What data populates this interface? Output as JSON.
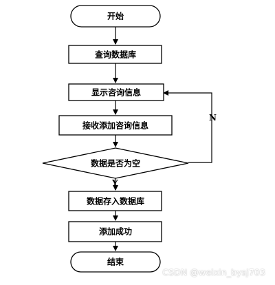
{
  "flowchart": {
    "start": "开始",
    "query_db": "查询数据库",
    "show_info": "显示咨询信息",
    "receive_info": "接收添加咨询信息",
    "decision": "数据是否为空",
    "store_db": "数据存入数据库",
    "add_success": "添加成功",
    "end": "结束",
    "label_no": "N",
    "label_yes": "Y"
  },
  "watermark": "CSDN @weixin_bysj703",
  "colors": {
    "stroke": "#000000",
    "fill": "#ffffff"
  }
}
